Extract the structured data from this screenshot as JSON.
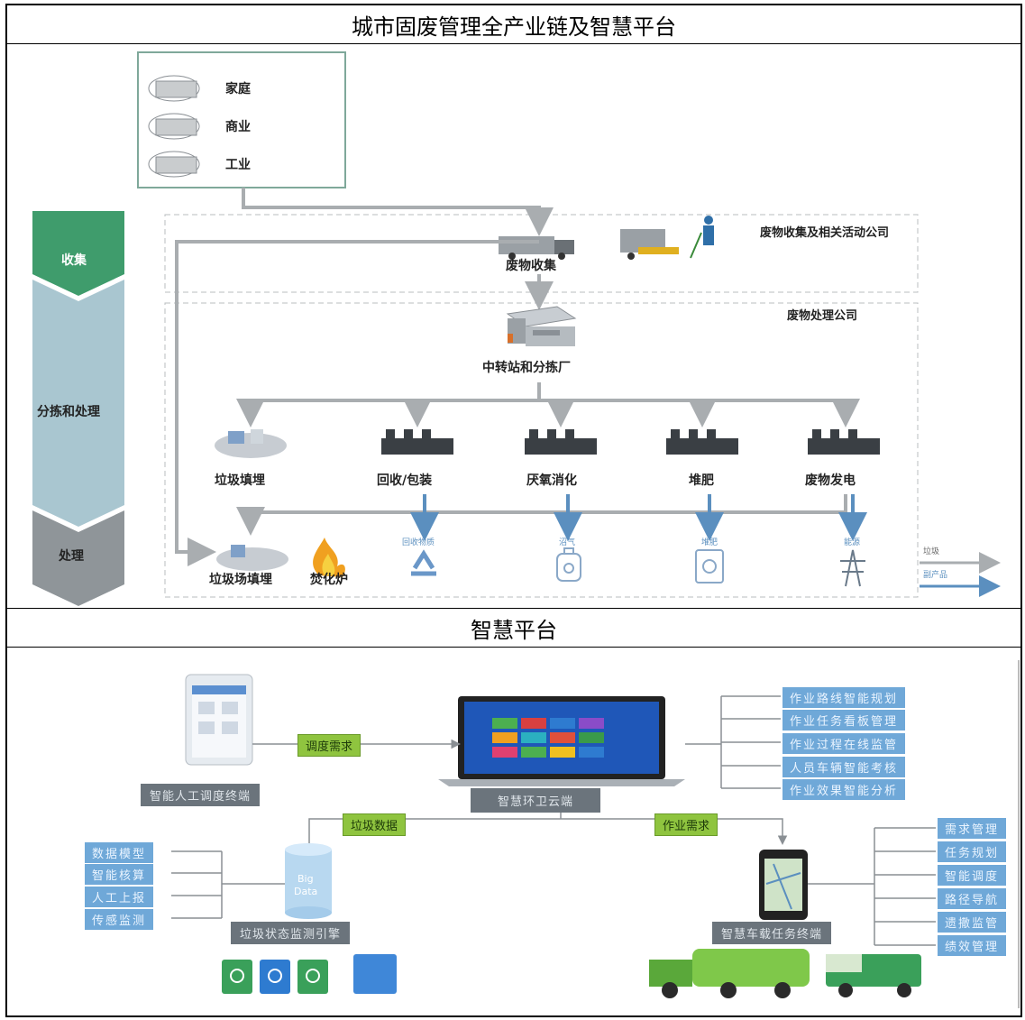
{
  "title_top": "城市固废管理全产业链及智慧平台",
  "title_bottom": "智慧平台",
  "stages": [
    "收集",
    "分拣和处理",
    "处理"
  ],
  "sources": [
    "家庭",
    "商业",
    "工业"
  ],
  "collection": {
    "node": "废物收集",
    "company": "废物收集及相关活动公司"
  },
  "processing": {
    "company": "废物处理公司",
    "station": "中转站和分拣厂",
    "branches": [
      "垃圾填埋",
      "回收/包装",
      "厌氧消化",
      "堆肥",
      "废物发电"
    ],
    "outputs": [
      "回收物质",
      "沼气",
      "堆肥",
      "能源"
    ],
    "final": [
      "垃圾场填埋",
      "焚化炉"
    ]
  },
  "legend": [
    "垃圾",
    "副产品"
  ],
  "platform": {
    "mobile_label": "智能人工调度终端",
    "dispatch_label": "调度需求",
    "cloud_label": "智慧环卫云端",
    "cloud_functions": [
      "作业路线智能规划",
      "作业任务看板管理",
      "作业过程在线监管",
      "人员车辆智能考核",
      "作业效果智能分析"
    ],
    "data_label": "垃圾数据",
    "job_label": "作业需求",
    "engine_label": "垃圾状态监测引擎",
    "engine_inputs": [
      "数据模型",
      "智能核算",
      "人工上报",
      "传感监测"
    ],
    "bigdata": [
      "Big",
      "Data"
    ],
    "vehicle_label": "智慧车载任务终端",
    "vehicle_functions": [
      "需求管理",
      "任务规划",
      "智能调度",
      "路径导航",
      "遗撒监管",
      "绩效管理"
    ]
  },
  "colors": {
    "stage_green": "#3f9c6c",
    "stage_teal": "#a9c6d0",
    "stage_gray": "#8f9599",
    "arrow_gray": "#a9adb0",
    "tag_green": "#8fc43f",
    "tag_blue": "#6fa8d8"
  }
}
